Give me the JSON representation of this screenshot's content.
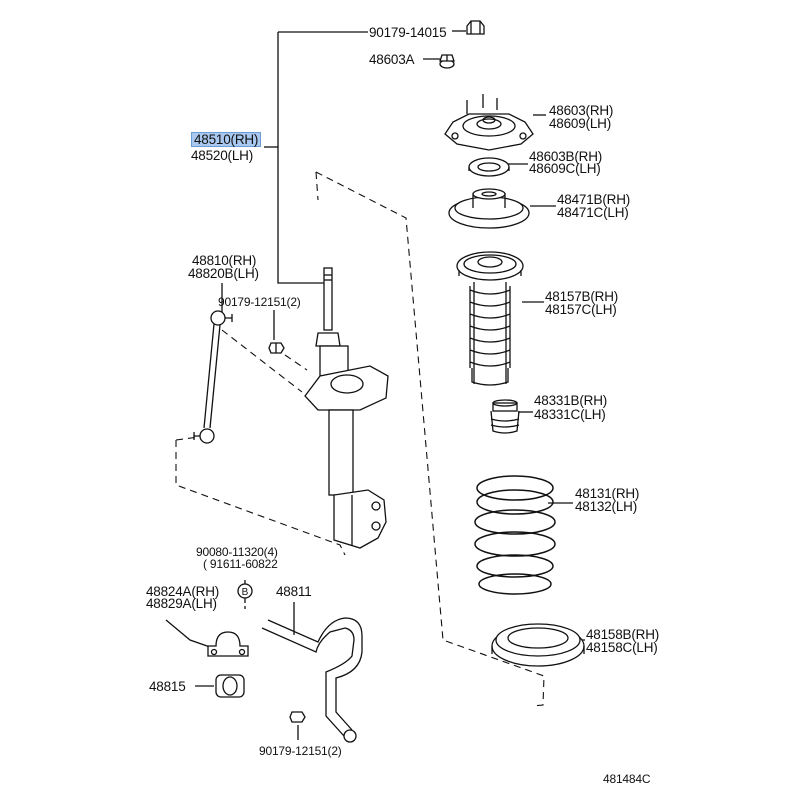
{
  "highlight_color": "#a8c8ef",
  "labels": {
    "p90179_14015": "90179-14015",
    "p48603a": "48603A",
    "p48510": "48510(RH)",
    "p48520": "48520(LH)",
    "p48603": "48603(RH)",
    "p48609": "48609(LH)",
    "p48603b": "48603B(RH)",
    "p48609c": "48609C(LH)",
    "p48471b": "48471B(RH)",
    "p48471c": "48471C(LH)",
    "p48157b": "48157B(RH)",
    "p48157c": "48157C(LH)",
    "p48331b": "48331B(RH)",
    "p48331c": "48331C(LH)",
    "p48131": "48131(RH)",
    "p48132": "48132(LH)",
    "p48158b": "48158B(RH)",
    "p48158c": "48158C(LH)",
    "p48810": "48810(RH)",
    "p48820b": "48820B(LH)",
    "p90179_12151_top": "90179-12151(2)",
    "p90080": "90080-11320(4)",
    "p91611": "( 91611-60822",
    "p48824a": "48824A(RH)",
    "p48829a": "48829A(LH)",
    "p48811": "48811",
    "p48815": "48815",
    "p90179_12151_bot": "90179-12151(2)",
    "diagram_code": "481484C"
  },
  "callout_letter": "B"
}
